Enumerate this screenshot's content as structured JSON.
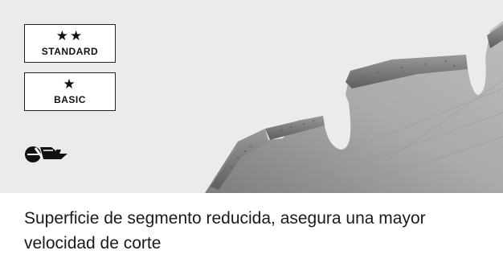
{
  "badges": {
    "standard": {
      "stars": "★★",
      "label": "STANDARD"
    },
    "basic": {
      "stars": "★",
      "label": "BASIC"
    }
  },
  "icons": {
    "machine": "hand-held-cutting-machine-icon"
  },
  "caption": "Superficie de segmento reducida, asegura una mayor velocidad de corte",
  "colors": {
    "panel_background": "#ebebeb",
    "text": "#1a1a1a"
  }
}
